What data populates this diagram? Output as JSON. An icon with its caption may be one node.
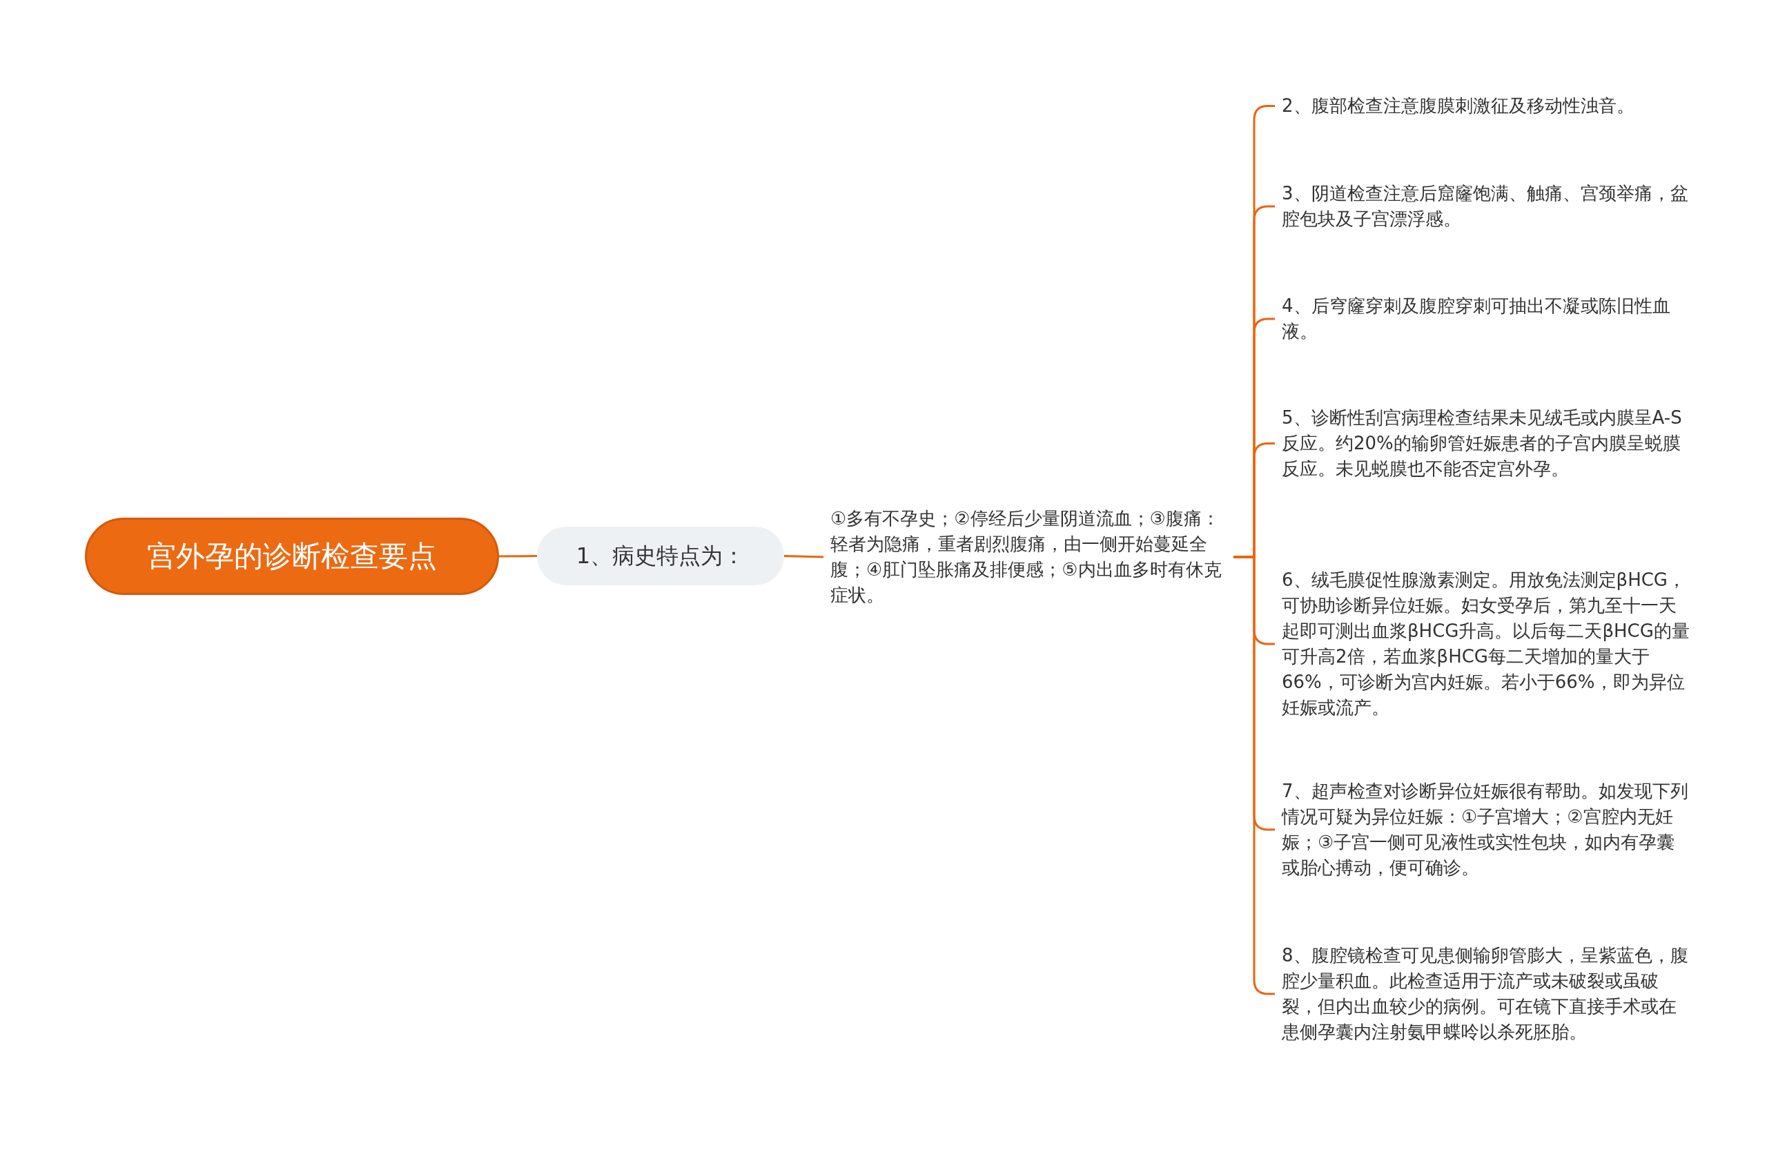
{
  "diagram": {
    "nodes": [
      {
        "text": [
          "宫外孕的诊断检查要点"
        ]
      },
      {
        "text": [
          "1、病史特点为："
        ]
      },
      {
        "text": [
          "①多有不孕史；②停经后少量阴道流血；③腹痛：轻者为隐痛，重者剧烈腹痛，由一侧开始蔓延全腹；④肛门坠胀痛及排便感；⑤内出血多时有休克症状。"
        ]
      },
      {
        "text": [
          "2、腹部检查注意腹膜刺激征及移动性浊音。"
        ]
      },
      {
        "text": [
          "3、阴道检查注意后窟窿饱满、触痛、宫颈举痛，盆腔包块及子宫漂浮感。"
        ]
      },
      {
        "text": [
          "4、后穹窿穿刺及腹腔穿刺可抽出不凝或陈旧性血液。"
        ]
      },
      {
        "text": [
          "5、诊断性刮宫病理检查结果未见绒毛或内膜呈A-S反应。约20%的输卵管妊娠患者的子宫内膜呈蜕膜反应。未见蜕膜也不能否定宫外孕。"
        ]
      },
      {
        "text": [
          "6、绒毛膜促性腺激素测定。用放免法测定βHCG，可协助诊断异位妊娠。妇女受孕后，第九至十一天起即可测出血浆βHCG升高。以后每二天βHCG的量可升高2倍，若血浆βHCG每二天增加的量大于66%，可诊断为宫内妊娠。若小于66%，即为异位妊娠或流产。"
        ]
      },
      {
        "text": [
          "7、超声检查对诊断异位妊娠很有帮助。如发现下列情况可疑为异位妊娠：①子宫增大；②宫腔内无妊娠；③子宫一侧可见液性或实性包块，如内有孕囊或胎心搏动，便可确诊。"
        ]
      },
      {
        "text": [
          "8、腹腔镜检查可见患侧输卵管膨大，呈紫蓝色，腹腔少量积血。此检查适用于流产或未破裂或虽破裂，但内出血较少的病例。可在镜下直接手术或在患侧孕囊内注射氨甲蝶呤以杀死胚胎。"
        ]
      }
    ],
    "edges": [
      {
        "from": 0,
        "to": 1,
        "arrow": "none"
      },
      {
        "from": 1,
        "to": 2,
        "arrow": "none"
      },
      {
        "from": 2,
        "to": 3,
        "arrow": "none"
      },
      {
        "from": 2,
        "to": 4,
        "arrow": "none"
      },
      {
        "from": 2,
        "to": 5,
        "arrow": "none"
      },
      {
        "from": 2,
        "to": 6,
        "arrow": "none"
      },
      {
        "from": 2,
        "to": 7,
        "arrow": "none"
      },
      {
        "from": 2,
        "to": 8,
        "arrow": "none"
      },
      {
        "from": 2,
        "to": 9,
        "arrow": "none"
      }
    ]
  }
}
